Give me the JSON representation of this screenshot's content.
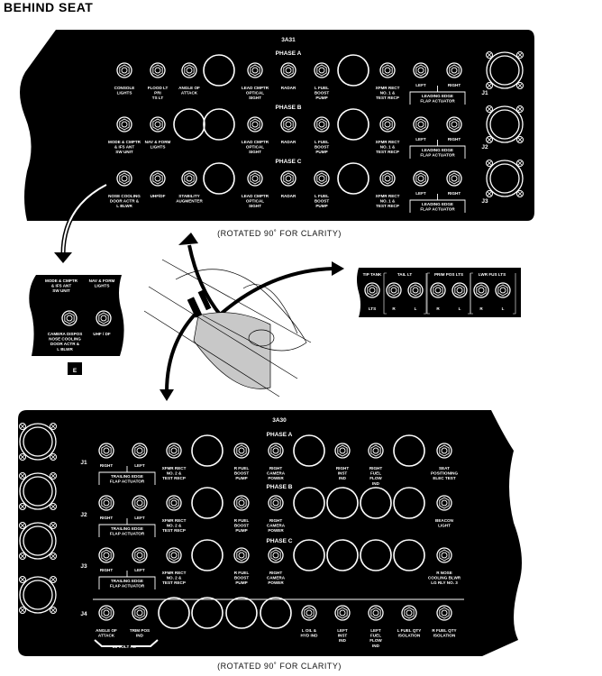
{
  "title": "BEHIND SEAT",
  "caption": "(ROTATED 90˚ FOR CLARITY)",
  "colors": {
    "panel": "#000000",
    "marking": "#ffffff",
    "skin": "#c8c8c8"
  },
  "panel_3a31": {
    "name": "3A31",
    "phases": [
      "PHASE A",
      "PHASE B",
      "PHASE C"
    ],
    "connectors": [
      "J1",
      "J2",
      "J3"
    ],
    "rows": [
      [
        "CONSOLE|LIGHTS",
        "FLOOD LT|PRI|TS LT",
        "ANGLE OF|ATTACK",
        "",
        "LEAD CMPTR|OPTICAL|SIGHT",
        "RADAR",
        "L FUEL|BOOST|PUMP",
        "",
        "XFMR RECT|NO. 1 &|TEST RECP",
        "LEFT",
        "RIGHT"
      ],
      [
        "MODE & CMPTR|& IFS ANT|SW UNIT",
        "NAV & FORM|LIGHTS",
        "",
        "",
        "LEAD CMPTR|OPTICAL|SIGHT",
        "RADAR",
        "L FUEL|BOOST|PUMP",
        "",
        "XFMR RECT|NO. 1 &|TEST RECP",
        "LEFT",
        "RIGHT"
      ],
      [
        "NOSE COOLING|DOOR ACTR &|L BLWR",
        "UHF/DF",
        "STABILITY|AUGMENTER",
        "",
        "LEAD CMPTR|OPTICAL|SIGHT",
        "RADAR",
        "L FUEL|BOOST|PUMP",
        "",
        "XFMR RECT|NO. 1 &|TEST RECP",
        "LEFT",
        "RIGHT"
      ]
    ],
    "group_label": "LEADING EDGE|FLAP ACTUATOR"
  },
  "detail_e": {
    "id": "E",
    "top_labels": [
      "MODE & CMPTR|& IFS ANT|SW UNIT",
      "NAV & FORM|LIGHTS"
    ],
    "bottom_labels": [
      "CAMERA DISPOS|NOSE COOLING|DOOR ACTR &|L BLWR",
      "UHF / DF"
    ]
  },
  "tip_panel": {
    "headers": [
      "TIP TANK",
      "TAIL LT",
      "PRIM POS LTS",
      "LWR FUS LTS"
    ],
    "bottom": [
      "LTS",
      "R",
      "L",
      "R",
      "L",
      "R",
      "L"
    ]
  },
  "panel_3a30": {
    "name": "3A30",
    "phases": [
      "PHASE A",
      "PHASE B",
      "PHASE C"
    ],
    "connectors": [
      "J1",
      "J2",
      "J3",
      "J4"
    ],
    "rows": [
      [
        "RIGHT",
        "LEFT",
        "XFMR RECT|NO. 2 &|TEST RECP",
        "",
        "R FUEL|BOOST|PUMP",
        "RIGHT|CAMERA|POWER",
        "",
        "RIGHT|INST|IND",
        "RIGHT|FUEL|FLOW|IND",
        "",
        "SEAT|POSITIONING|ELEC TEST"
      ],
      [
        "RIGHT",
        "LEFT",
        "XFMR RECT|NO. 2 &|TEST RECP",
        "",
        "R FUEL|BOOST|PUMP",
        "RIGHT|CAMERA|POWER",
        "",
        "",
        "",
        "",
        "BEACON|LIGHT"
      ],
      [
        "RIGHT",
        "LEFT",
        "XFMR RECT|NO. 2 &|TEST RECP",
        "",
        "R FUEL|BOOST|PUMP",
        "RIGHT|CAMERA|POWER",
        "",
        "",
        "",
        "",
        "R NOSE|COOLING BLWR|LG RLY NO. 3"
      ],
      [
        "ANGLE OF|ATTACK",
        "TRIM POS|IND",
        "",
        "",
        "",
        "",
        "L OIL &|HYD IND",
        "LEFT|INST|IND",
        "LEFT|FUEL|FLOW|IND",
        "L FUEL QTY|ISOLATION",
        "R FUEL QTY|ISOLATION"
      ]
    ],
    "group_label": "TRAILING EDGE|FLAP ACTUATOR",
    "bus_label": "28 VOLT AC"
  }
}
